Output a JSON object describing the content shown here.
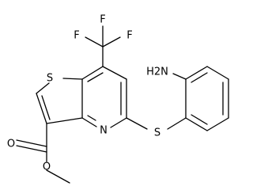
{
  "molecule": {
    "atoms": {
      "S_ring": "S",
      "N_ring": "N",
      "S_link": "S",
      "O_carbonyl": "O",
      "O_ester": "O",
      "F_left": "F",
      "F_right": "F",
      "F_bottom": "F",
      "N_amine": "H2N"
    }
  }
}
